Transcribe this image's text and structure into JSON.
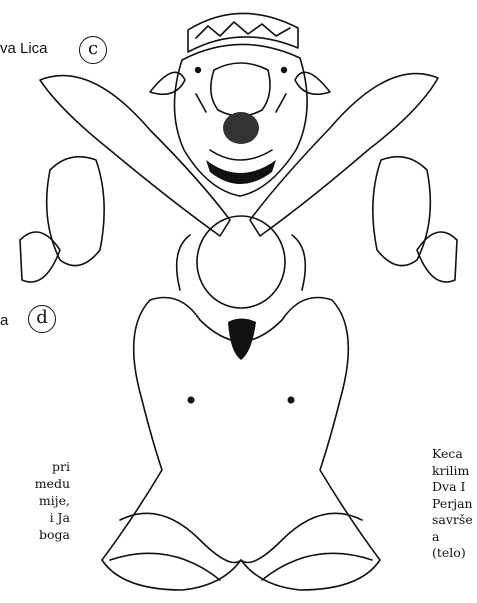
{
  "labels": {
    "c_text": "va Lica",
    "c_letter": "c",
    "d_text": "a",
    "d_letter": "d"
  },
  "left_text": [
    "pri",
    "medu",
    "mije,",
    "i  Ja",
    "boga"
  ],
  "right_text": [
    "Keca",
    "krilim",
    "Dva I",
    "Perjan",
    "savrše",
    "  a",
    "(telo)"
  ]
}
